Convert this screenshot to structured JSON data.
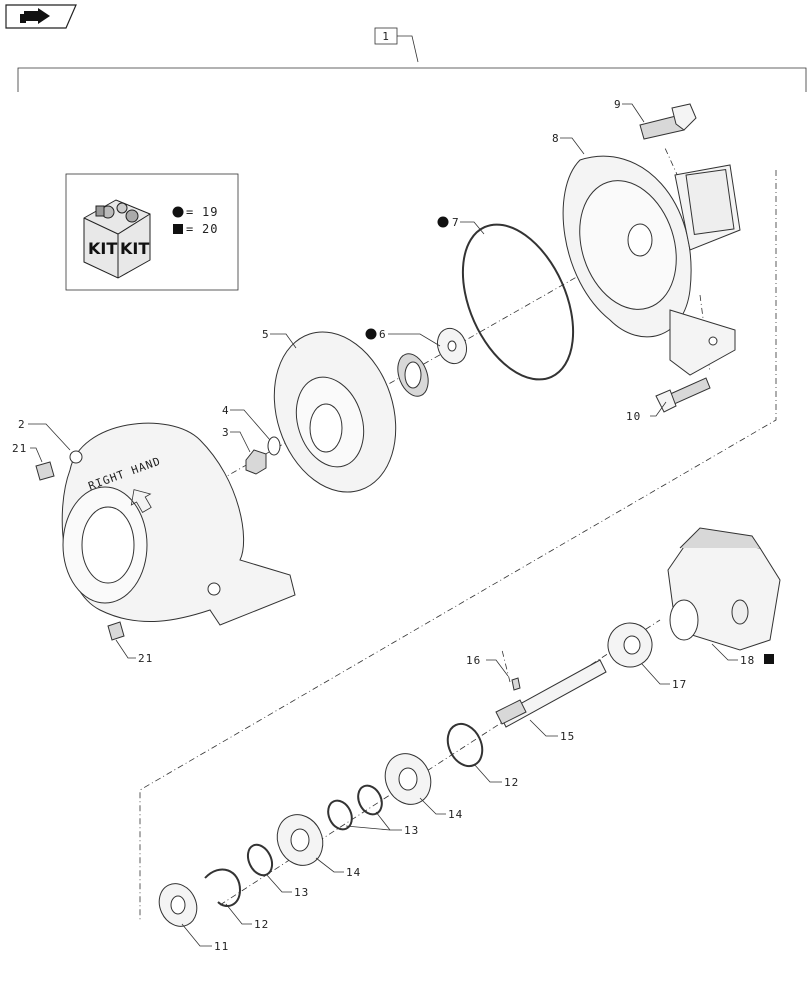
{
  "nav": {
    "icon": "arrow-right-icon"
  },
  "assembly_label": "1",
  "legend": {
    "kit_label_1": "KIT",
    "kit_label_2": "KIT",
    "circle_item": "19",
    "square_item": "20",
    "equals": "="
  },
  "callouts": {
    "p2": "2",
    "p3": "3",
    "p4": "4",
    "p5": "5",
    "p6": "6",
    "p7": "7",
    "p8": "8",
    "p9": "9",
    "p10": "10",
    "p11": "11",
    "p12a": "12",
    "p12b": "12",
    "p13a": "13",
    "p13b": "13",
    "p14a": "14",
    "p14b": "14",
    "p15": "15",
    "p16": "16",
    "p17": "17",
    "p18": "18",
    "p21a": "21",
    "p21b": "21"
  },
  "housing_marking": "RIGHT HAND"
}
